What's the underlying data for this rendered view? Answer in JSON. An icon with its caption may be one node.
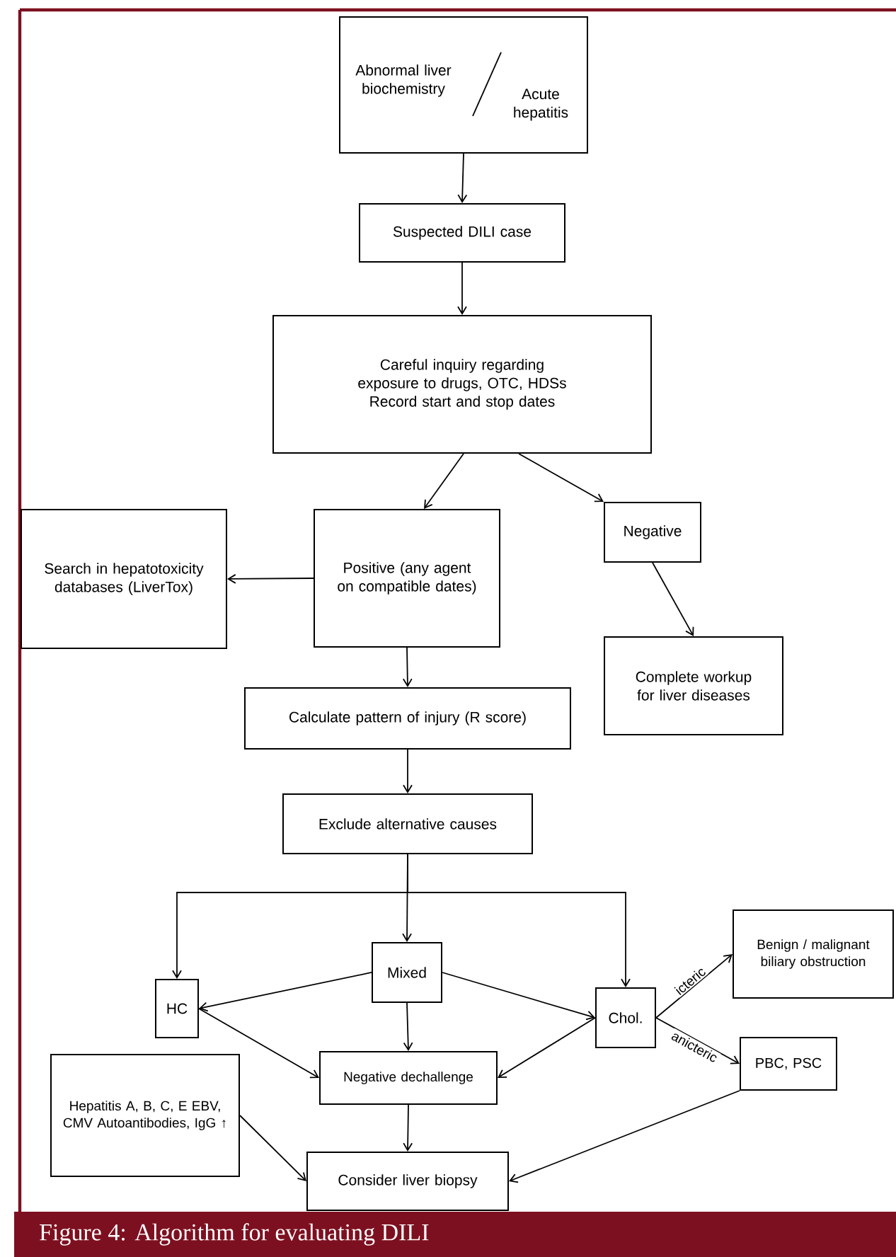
{
  "diagram": {
    "caption": "Figure 4: Algorithm for evaluating DILI",
    "nodes": [
      {
        "text": [
          "Abnormal liver biochemistry",
          "Acute hepatitis"
        ]
      },
      {
        "text": [
          "Suspected DILI case"
        ]
      },
      {
        "text": [
          "Careful inquiry regarding exposure to drugs, OTC, HDSs",
          "Record start and stop dates"
        ]
      },
      {
        "text": [
          "Search in hepatotoxicity databases (LiverTox)"
        ]
      },
      {
        "text": [
          "Positive (any agent on compatible dates)"
        ]
      },
      {
        "text": [
          "Negative"
        ]
      },
      {
        "text": [
          "Complete workup for liver diseases"
        ]
      },
      {
        "text": [
          "Calculate pattern of injury (R score)"
        ]
      },
      {
        "text": [
          "Exclude alternative causes"
        ]
      },
      {
        "text": [
          "HC"
        ]
      },
      {
        "text": [
          "Mixed"
        ]
      },
      {
        "text": [
          "Chol."
        ]
      },
      {
        "text": [
          "Benign / malignant biliary obstruction"
        ]
      },
      {
        "text": [
          "PBC, PSC"
        ]
      },
      {
        "text": [
          "Hepatitis A, B, C, E EBV, CMV Autoantibodies, IgG ↑"
        ]
      },
      {
        "text": [
          "Negative dechallenge"
        ]
      },
      {
        "text": [
          "Consider liver biopsy"
        ]
      }
    ],
    "edges": [
      {
        "from": 0,
        "to": 1,
        "arrow": "to"
      },
      {
        "from": 1,
        "to": 2,
        "arrow": "to"
      },
      {
        "from": 2,
        "to": 4,
        "arrow": "to"
      },
      {
        "from": 2,
        "to": 5,
        "arrow": "to"
      },
      {
        "from": 4,
        "to": 3,
        "arrow": "to"
      },
      {
        "from": 5,
        "to": 6,
        "arrow": "to"
      },
      {
        "from": 4,
        "to": 7,
        "arrow": "to"
      },
      {
        "from": 7,
        "to": 8,
        "arrow": "to"
      },
      {
        "from": 8,
        "to": 9,
        "arrow": "to"
      },
      {
        "from": 8,
        "to": 10,
        "arrow": "to"
      },
      {
        "from": 8,
        "to": 11,
        "arrow": "to"
      },
      {
        "from": 10,
        "to": 9,
        "arrow": "to"
      },
      {
        "from": 10,
        "to": 11,
        "arrow": "to"
      },
      {
        "from": 9,
        "to": 15,
        "arrow": "to"
      },
      {
        "from": 10,
        "to": 15,
        "arrow": "to"
      },
      {
        "from": 11,
        "to": 15,
        "arrow": "to"
      },
      {
        "from": 11,
        "to": 12,
        "label": "icteric",
        "arrow": "to"
      },
      {
        "from": 11,
        "to": 13,
        "label": "anicteric",
        "arrow": "to"
      },
      {
        "from": 15,
        "to": 16,
        "arrow": "to"
      },
      {
        "from": 14,
        "to": 16,
        "arrow": "to"
      },
      {
        "from": 13,
        "to": 16,
        "arrow": "to"
      }
    ]
  }
}
